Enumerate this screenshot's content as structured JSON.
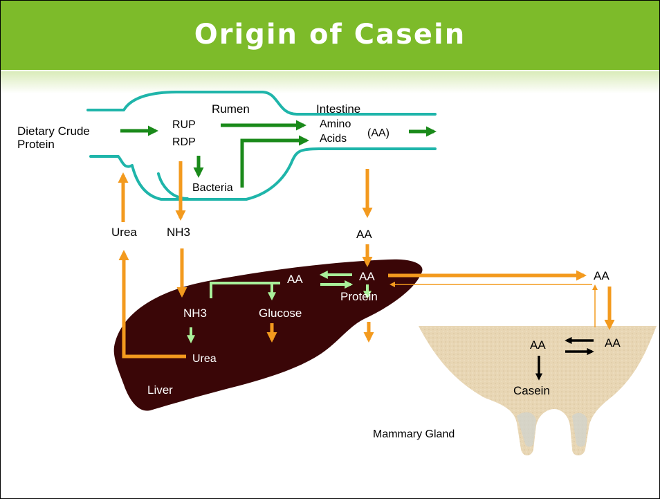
{
  "title": "Origin of Casein",
  "labels": {
    "dietary": "Dietary Crude",
    "protein": "Protein",
    "rumen": "Rumen",
    "intestine": "Intestine",
    "rup": "RUP",
    "rdp": "RDP",
    "amino": "Amino",
    "acids": "Acids",
    "aa_paren": "(AA)",
    "bacteria": "Bacteria",
    "urea_top": "Urea",
    "nh3_top": "NH3",
    "aa_top": "AA",
    "aa_liver_left": "AA",
    "aa_liver_right": "AA",
    "protein_liver": "Protein",
    "nh3_liver": "NH3",
    "glucose": "Glucose",
    "urea_liver": "Urea",
    "liver": "Liver",
    "aa_right": "AA",
    "aa_gland_left": "AA",
    "aa_gland_right": "AA",
    "casein": "Casein",
    "mammary": "Mammary  Gland"
  },
  "colors": {
    "title_bg": "#7dbb2a",
    "gut_outline": "#1fb5aa",
    "green_arrow": "#1a8a1a",
    "orange_arrow": "#f39a1e",
    "light_green_arrow": "#a9f09a",
    "liver": "#3a0607",
    "gland": "#e8d6b4"
  }
}
